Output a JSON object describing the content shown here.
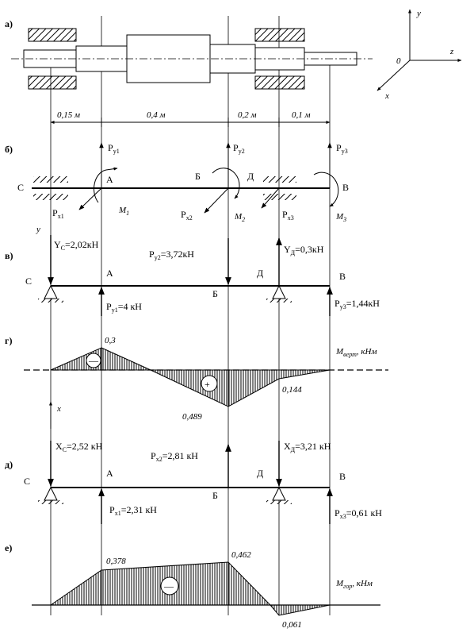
{
  "parts": {
    "a": "а)",
    "b": "б)",
    "v": "в)",
    "g": "г)",
    "d": "д)",
    "e": "е)"
  },
  "axes": {
    "y": "y",
    "z": "z",
    "x": "x",
    "origin": "0"
  },
  "dims": [
    "0,15 м",
    "0,4 м",
    "0,2 м",
    "0,1 м"
  ],
  "scheme": {
    "C": "С",
    "A": "А",
    "B": "Б",
    "D": "Д",
    "V": "В",
    "P": "P",
    "Py1_sub": "y1",
    "Py2_sub": "y2",
    "Py3_sub": "y3",
    "Px1_sub": "x1",
    "Px2_sub": "x2",
    "Px3_sub": "x3",
    "M": "M",
    "M1_sub": "1",
    "M2_sub": "2",
    "M3_sub": "3"
  },
  "vertical": {
    "y_axis": "y",
    "YC_main": "Y",
    "YC_sub": "С",
    "YC_val": "=2,02кН",
    "YD_main": "Y",
    "YD_sub": "Д",
    "YD_val": "=0,3кН",
    "Py2_val": "=3,72кН",
    "Py1_val": "=4 кН",
    "Py3_val": "=1,44кН"
  },
  "moment_vert": {
    "title_main": "M",
    "title_sub": "верт",
    "title_unit": ", кНм",
    "v1": "0,3",
    "v2": "0,489",
    "v3": "0,144",
    "minus": "—",
    "plus": "+"
  },
  "horizontal": {
    "x_axis": "x",
    "XC_main": "X",
    "XC_sub": "С",
    "XC_val": "=2,52 кН",
    "XD_main": "X",
    "XD_sub": "Д",
    "XD_val": "=3,21 кН",
    "Px2_val": "=2,81 кН",
    "Px1_val": "=2,31 кН",
    "Px3_val": "=0,61 кН"
  },
  "moment_hor": {
    "title_main": "M",
    "title_sub": "гор",
    "title_unit": ", кНм",
    "v1": "0,378",
    "v2": "0,462",
    "v3": "0,061",
    "minus": "—"
  }
}
